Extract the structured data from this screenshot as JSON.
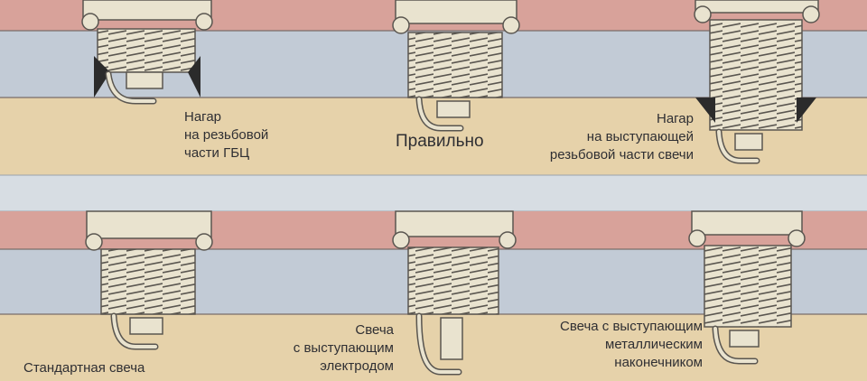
{
  "panels": [
    {
      "id": "carbon-thread-head",
      "lines": [
        "Нагар",
        "на резьбовой",
        "части ГБЦ"
      ]
    },
    {
      "id": "correct",
      "lines": [
        "Правильно"
      ]
    },
    {
      "id": "carbon-thread-plug",
      "lines": [
        "Нагар",
        "на выступающей",
        "резьбовой части свечи"
      ]
    },
    {
      "id": "standard-plug",
      "lines": [
        "Стандартная свеча"
      ]
    },
    {
      "id": "protruding-electrode",
      "lines": [
        "Свеча",
        "с выступающим",
        "электродом"
      ]
    },
    {
      "id": "protruding-tip",
      "lines": [
        "Свеча с выступающим",
        "металлическим",
        "наконечником"
      ]
    }
  ],
  "colors": {
    "head": "#d8a29a",
    "block": "#c2cbd6",
    "chamber": "#e6d2aa",
    "gap": "#d7dde3",
    "plug": "#e9e3cf",
    "outline": "#5a5650",
    "carbon": "#2b2b2b",
    "text": "#2f2f33"
  }
}
